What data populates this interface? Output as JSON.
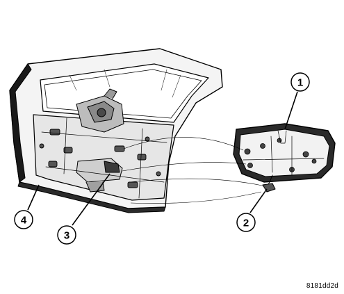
{
  "figure": {
    "code": "8181dd2d",
    "callouts": [
      "1",
      "2",
      "3",
      "4"
    ]
  },
  "colors": {
    "ink": "#000000",
    "dark_fill": "#1a1a1a",
    "mid_fill": "#6e6e6e",
    "light_fill": "#d6d6d6",
    "background": "#ffffff"
  }
}
